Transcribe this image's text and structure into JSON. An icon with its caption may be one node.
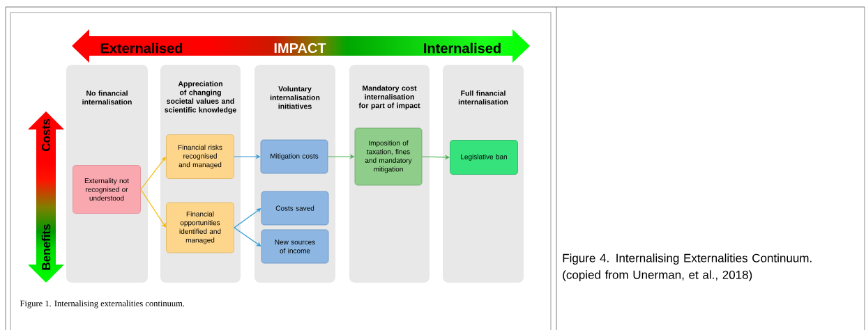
{
  "diagram": {
    "caption": "Figure 4. Internalising Externalities Continuum. (copied from Unerman, et al., 2018)",
    "nodes": [
      {
        "text": [
          "No financial internalisation"
        ]
      },
      {
        "text": [
          "Appreciation of changing societal values and scientific knowledge"
        ]
      },
      {
        "text": [
          "Voluntary internalisation initiatives"
        ]
      },
      {
        "text": [
          "Mandatory cost internalisation for part of impact"
        ]
      },
      {
        "text": [
          "Full financial internalisation"
        ]
      },
      {
        "text": [
          "Externality not recognised or understood"
        ],
        "in": 0
      },
      {
        "text": [
          "Financial risks recognised and managed"
        ],
        "in": 1
      },
      {
        "text": [
          "Financial opportunities identified and managed"
        ],
        "in": 1
      },
      {
        "text": [
          "Mitigation costs"
        ],
        "in": 2
      },
      {
        "text": [
          "Costs saved"
        ],
        "in": 2
      },
      {
        "text": [
          "New sources of income"
        ],
        "in": 2
      },
      {
        "text": [
          "Imposition of taxation, fines and mandatory mitigation"
        ],
        "in": 3
      },
      {
        "text": [
          "Legislative ban"
        ],
        "in": 4
      }
    ],
    "edges": [
      {
        "from": 5,
        "to": 6,
        "arrow": "to",
        "color": "#f5b800"
      },
      {
        "from": 5,
        "to": 7,
        "arrow": "to",
        "color": "#f5b800"
      },
      {
        "from": 6,
        "to": 8,
        "arrow": "to",
        "color": "#2e9ad6"
      },
      {
        "from": 7,
        "to": 9,
        "arrow": "to",
        "color": "#2e9ad6"
      },
      {
        "from": 7,
        "to": 10,
        "arrow": "to",
        "color": "#2e9ad6"
      },
      {
        "from": 8,
        "to": 11,
        "arrow": "to",
        "color": "#4caf50"
      },
      {
        "from": 11,
        "to": 12,
        "arrow": "to",
        "color": "#4caf50"
      }
    ],
    "labels": [
      "Externalised",
      "IMPACT",
      "Internalised",
      "Costs",
      "Benefits",
      "Figure 1. Internalising externalities continuum."
    ]
  }
}
